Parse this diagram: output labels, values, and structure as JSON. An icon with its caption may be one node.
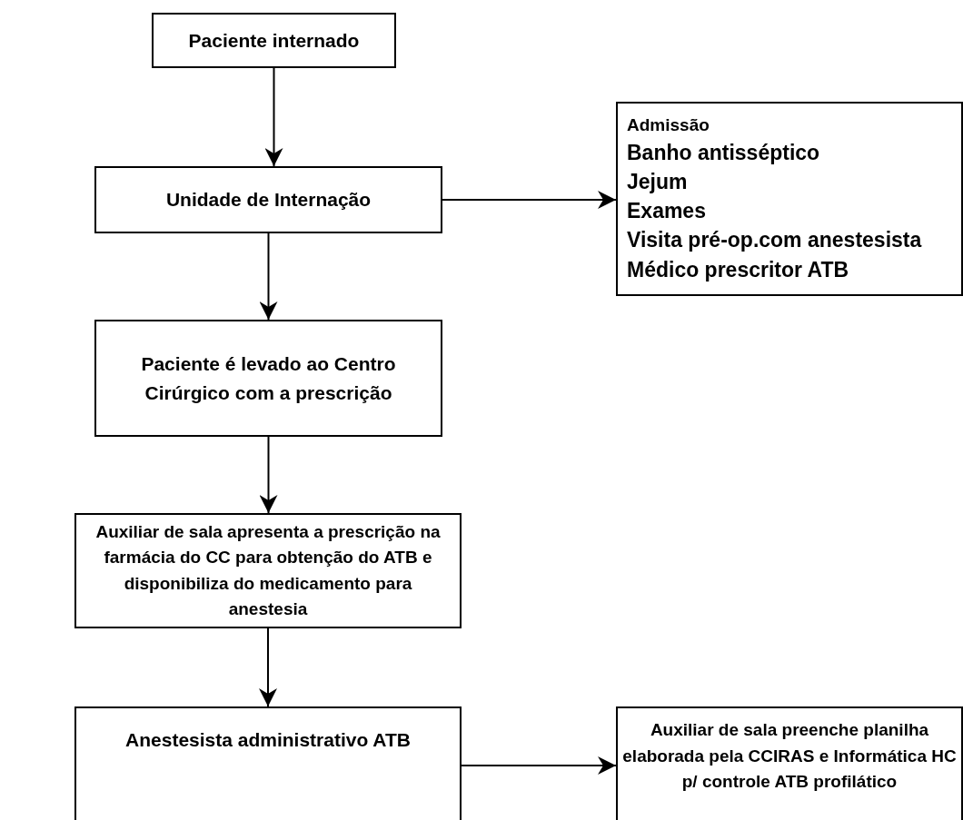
{
  "diagram": {
    "nodes": [
      {
        "text": [
          "Paciente internado"
        ]
      },
      {
        "text": [
          "Unidade de Internação"
        ]
      },
      {
        "text": [
          "Admissão",
          "Banho antisséptico",
          "Jejum",
          "Exames",
          "Visita pré-op.com anestesista",
          "Médico prescritor ATB"
        ]
      },
      {
        "text": [
          "Paciente é levado ao Centro Cirúrgico com a prescrição"
        ]
      },
      {
        "text": [
          "Auxiliar de sala apresenta a prescrição na farmácia do CC para obtenção do ATB e disponibiliza do medicamento para anestesia"
        ]
      },
      {
        "text": [
          "Anestesista administrativo ATB"
        ]
      },
      {
        "text": [
          "Auxiliar de sala preenche planilha elaborada pela CCIRAS e Informática HC p/ controle ATB profilático"
        ]
      }
    ],
    "edges": [
      {
        "from": 0,
        "to": 1,
        "arrow": "to"
      },
      {
        "from": 1,
        "to": 2,
        "arrow": "to"
      },
      {
        "from": 1,
        "to": 3,
        "arrow": "to"
      },
      {
        "from": 3,
        "to": 4,
        "arrow": "to"
      },
      {
        "from": 4,
        "to": 5,
        "arrow": "to"
      },
      {
        "from": 5,
        "to": 6,
        "arrow": "to"
      }
    ]
  }
}
